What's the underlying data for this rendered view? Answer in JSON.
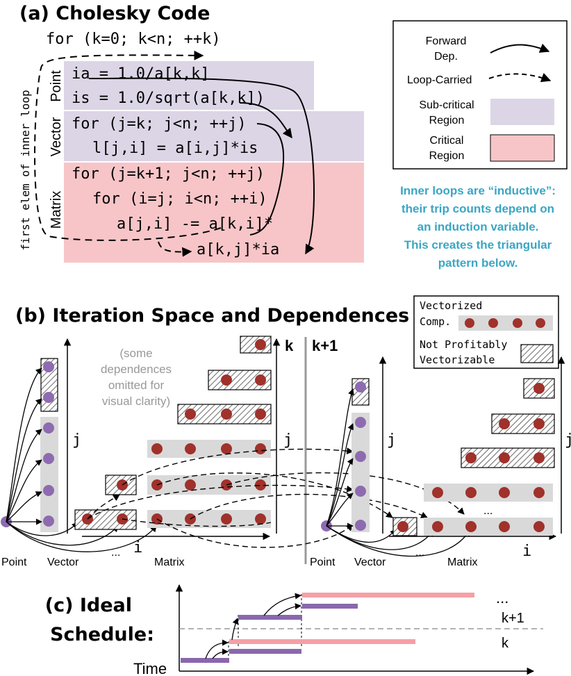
{
  "section_a": {
    "title": "(a) Cholesky Code",
    "for_k": "for (k=0; k<n; ++k)",
    "region_labels": {
      "point": "Point",
      "vector": "Vector",
      "matrix": "Matrix"
    },
    "side_label": "first elem of inner loop",
    "code_lines": [
      "ia = 1.0/a[k,k]",
      "is = 1.0/sqrt(a[k,k])",
      "for (j=k; j<n; ++j)",
      "l[j,i] = a[i,j]*is",
      "for (j=k+1; j<n; ++j)",
      "for (i=j; i<n; ++i)",
      "a[j,i] -= a[k,i]*",
      "a[k,j]*ia"
    ],
    "legend": {
      "forward_dep": "Forward Dep.",
      "forward_dep_line1": "Forward",
      "forward_dep_line2": "Dep.",
      "loop_carried": "Loop-Carried",
      "subcritical_line1": "Sub-critical",
      "subcritical_line2": "Region",
      "critical_line1": "Critical",
      "critical_line2": "Region"
    },
    "note_lines": [
      "Inner loops are “inductive”:",
      "their trip counts depend on",
      "an induction variable.",
      "This creates the triangular",
      "pattern below."
    ]
  },
  "section_b": {
    "title": "(b) Iteration Space and Dependences",
    "omitted_note": [
      "(some",
      "dependences",
      "omitted for",
      "visual clarity)"
    ],
    "legend": {
      "vectorized_line1": "Vectorized",
      "vectorized_line2": "Comp.",
      "not_profitable_line1": "Not Profitably",
      "not_profitable_line2": "Vectorizable"
    },
    "k_label": "k",
    "k1_label": "k+1",
    "axis_j": "j",
    "axis_i": "i",
    "labels": {
      "point": "Point",
      "vector": "Vector",
      "matrix": "Matrix",
      "ellipsis": "..."
    }
  },
  "section_c": {
    "title_line1": "(c) Ideal",
    "title_line2": "Schedule:",
    "time_label": "Time",
    "k_label": "k",
    "k1_label": "k+1",
    "ellipsis": "..."
  },
  "colors": {
    "subcritical": "#dcd5e6",
    "critical": "#f7c5c8",
    "point_dot": "#8e6bb0",
    "matrix_dot": "#a0312b",
    "vector_bar": "#d9d9d9",
    "schedule_purple": "#8a67ad",
    "schedule_pink": "#f5a0a6",
    "note": "#3aa6c4"
  }
}
